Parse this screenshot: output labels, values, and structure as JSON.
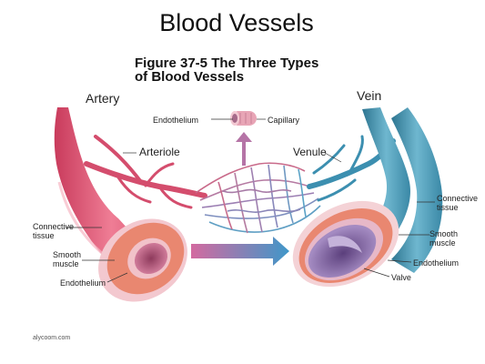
{
  "slide": {
    "title": "Blood Vessels",
    "caption_line1": "Figure 37-5 The Three Types",
    "caption_line2": "of Blood Vessels",
    "credit": "alycoom.com"
  },
  "labels": {
    "artery": "Artery",
    "vein": "Vein",
    "endothelium_top": "Endothelium",
    "capillary": "Capillary",
    "arteriole": "Arteriole",
    "venule": "Venule",
    "connective_tissue_left_1": "Connective",
    "connective_tissue_left_2": "tissue",
    "smooth_muscle_left_1": "Smooth",
    "smooth_muscle_left_2": "muscle",
    "endothelium_left": "Endothelium",
    "connective_tissue_right_1": "Connective",
    "connective_tissue_right_2": "tissue",
    "smooth_muscle_right_1": "Smooth",
    "smooth_muscle_right_2": "muscle",
    "endothelium_right": "Endothelium",
    "valve": "Valve"
  },
  "colors": {
    "artery": "#e5607c",
    "artery_dark": "#c93b5c",
    "vein": "#4a9ab5",
    "vein_dark": "#2d7591",
    "muscle": "#e98770",
    "lumen_artery": "#c05a7a",
    "lumen_vein": "#8a6fa8",
    "arrow_pink": "#d36aa0",
    "arrow_blue": "#3f97c9"
  }
}
